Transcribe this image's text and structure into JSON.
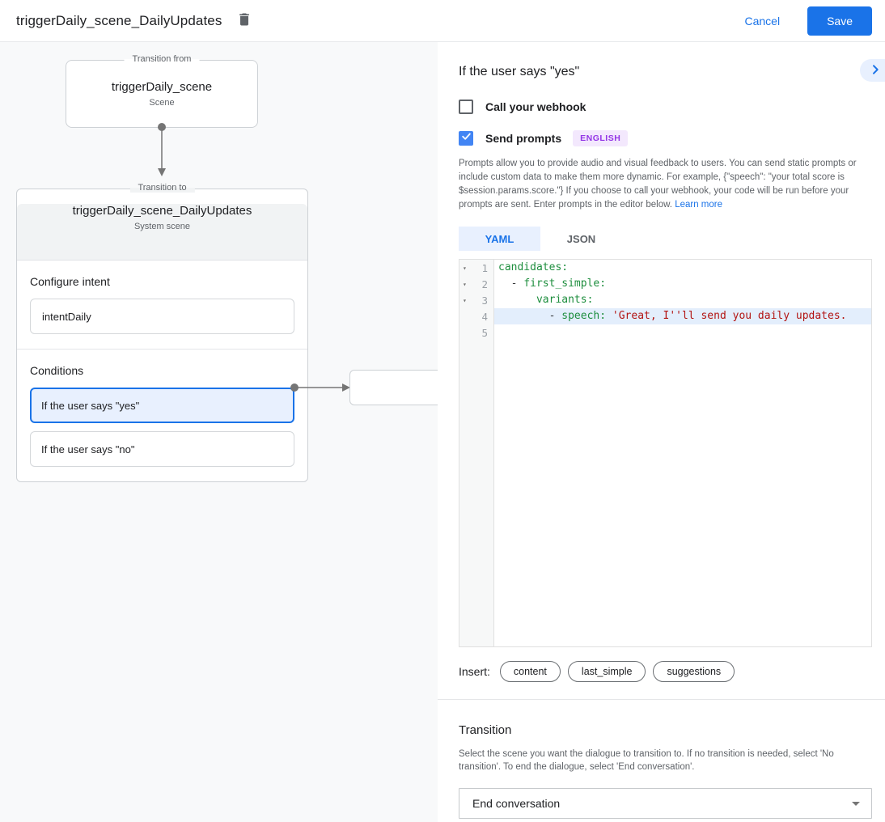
{
  "header": {
    "title": "triggerDaily_scene_DailyUpdates",
    "delete_icon": "trash-icon",
    "cancel_label": "Cancel",
    "save_label": "Save"
  },
  "diagram": {
    "from_box": {
      "legend": "Transition from",
      "title": "triggerDaily_scene",
      "subtitle": "Scene"
    },
    "to_card": {
      "legend": "Transition to",
      "title": "triggerDaily_scene_DailyUpdates",
      "subtitle": "System scene",
      "intent_section": {
        "heading": "Configure intent",
        "intent_value": "intentDaily"
      },
      "conditions_section": {
        "heading": "Conditions",
        "conditions": [
          "If the user says \"yes\"",
          "If the user says \"no\""
        ],
        "selected_index": 0
      }
    }
  },
  "detail": {
    "title": "If the user says \"yes\"",
    "collapse_icon": "chevron-right-icon",
    "webhook": {
      "label": "Call your webhook",
      "checked": false
    },
    "prompts": {
      "label": "Send prompts",
      "checked": true,
      "badge": "ENGLISH"
    },
    "description": "Prompts allow you to provide audio and visual feedback to users. You can send static prompts or include custom data to make them more dynamic. For example, {\"speech\": \"your total score is $session.params.score.\"} If you choose to call your webhook, your code will be run before your prompts are sent. Enter prompts in the editor below. ",
    "learn_more_label": "Learn more",
    "tabs": [
      {
        "label": "YAML",
        "active": true
      },
      {
        "label": "JSON",
        "active": false
      }
    ],
    "editor": {
      "lines": [
        {
          "num": "1",
          "fold": true,
          "active": false,
          "tokens": [
            {
              "c": "key",
              "t": "candidates:"
            }
          ]
        },
        {
          "num": "2",
          "fold": true,
          "active": false,
          "tokens": [
            {
              "c": "plain",
              "t": "  - "
            },
            {
              "c": "key",
              "t": "first_simple:"
            }
          ]
        },
        {
          "num": "3",
          "fold": true,
          "active": false,
          "tokens": [
            {
              "c": "plain",
              "t": "      "
            },
            {
              "c": "key",
              "t": "variants:"
            }
          ]
        },
        {
          "num": "4",
          "fold": false,
          "active": true,
          "tokens": [
            {
              "c": "plain",
              "t": "        - "
            },
            {
              "c": "key",
              "t": "speech:"
            },
            {
              "c": "plain",
              "t": " "
            },
            {
              "c": "str",
              "t": "'Great, I''ll send you daily updates."
            }
          ]
        },
        {
          "num": "5",
          "fold": false,
          "active": false,
          "tokens": []
        }
      ]
    },
    "insert": {
      "label": "Insert:",
      "pills": [
        "content",
        "last_simple",
        "suggestions"
      ]
    },
    "transition": {
      "heading": "Transition",
      "description": "Select the scene you want the dialogue to transition to. If no transition is needed, select 'No transition'. To end the dialogue, select 'End conversation'.",
      "dropdown_value": "End conversation"
    }
  },
  "colors": {
    "accent_blue": "#1a73e8",
    "checkbox_blue": "#4285f4",
    "selected_condition_bg": "#e8f0fe",
    "badge_bg": "#f3e8fd",
    "badge_text": "#9334e6",
    "code_key_green": "#1e8e3e",
    "code_string_red": "#b31412",
    "active_line_bg": "#e3eefc",
    "canvas_bg": "#f8f9fa"
  }
}
